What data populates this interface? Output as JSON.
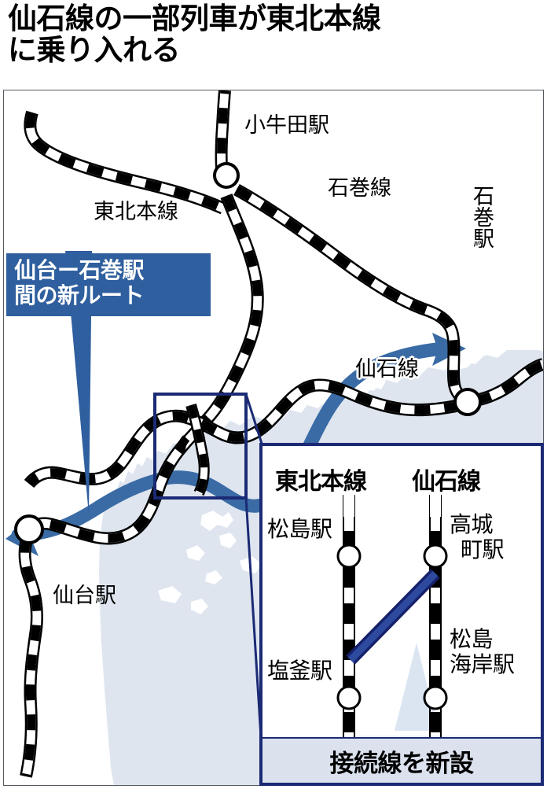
{
  "headline": "仙石線の一部列車が東北本線\nに乗り入れる",
  "colors": {
    "route_blue": "#3a6ba5",
    "callout_blue": "#2f5f9e",
    "inset_border_navy": "#1b2a74",
    "connector_navy": "#16216b",
    "connector_fill": "#2d4a9e",
    "sea": "#dee5ef",
    "caption_bg": "#dbe2ee",
    "rail_black": "#000000",
    "frame_gray": "#555a60"
  },
  "map": {
    "labels": [
      {
        "id": "kogota-station",
        "text": "小牛田駅",
        "orientation": "horizontal"
      },
      {
        "id": "tohoku-main-line",
        "text": "東北本線",
        "orientation": "horizontal"
      },
      {
        "id": "ishinomaki-line",
        "text": "石巻線",
        "orientation": "horizontal"
      },
      {
        "id": "ishinomaki-station",
        "text": "石巻駅",
        "orientation": "vertical"
      },
      {
        "id": "senseki-line",
        "text": "仙石線",
        "orientation": "horizontal"
      },
      {
        "id": "sendai-station",
        "text": "仙台駅",
        "orientation": "horizontal"
      }
    ],
    "callout": "仙台ー石巻駅\n間の新ルート"
  },
  "inset": {
    "line_titles": [
      {
        "id": "tohoku-main-line",
        "text": "東北本線"
      },
      {
        "id": "senseki-line",
        "text": "仙石線"
      }
    ],
    "stations": [
      {
        "id": "matsushima",
        "text": "松島駅",
        "line": "東北本線",
        "side": "left"
      },
      {
        "id": "shiogama",
        "text": "塩釜駅",
        "line": "東北本線",
        "side": "left"
      },
      {
        "id": "takagimachi",
        "text": "高城\n町駅",
        "line": "仙石線",
        "side": "right"
      },
      {
        "id": "matsushima-kaigan",
        "text": "松島\n海岸駅",
        "line": "仙石線",
        "side": "right"
      }
    ],
    "station_takagimachi_l1": "高城",
    "station_takagimachi_l2": "町駅",
    "station_matsushimakaigan_l1": "松島",
    "station_matsushimakaigan_l2": "海岸駅",
    "caption": "接続線を新設"
  }
}
